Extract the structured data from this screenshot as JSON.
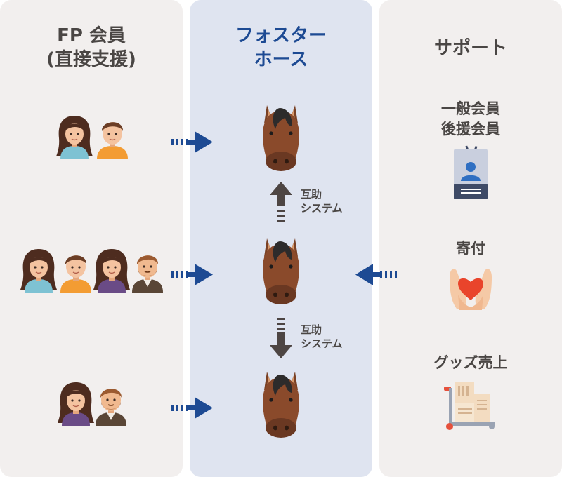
{
  "columns": {
    "left": {
      "title": "FP 会員\n(直接支援)"
    },
    "middle": {
      "title": "フォスター\nホース"
    },
    "right": {
      "title": "サポート"
    }
  },
  "support": {
    "items": [
      {
        "label": "一般会員\n後援会員",
        "icon": "member-id-card-icon"
      },
      {
        "label": "寄付",
        "icon": "heart-in-hands-icon"
      },
      {
        "label": "グッズ売上",
        "icon": "goods-cart-icon"
      }
    ]
  },
  "mutual_aid": {
    "label": "互助\nシステム"
  },
  "colors": {
    "accent_blue": "#1d4a93",
    "arrow_gray": "#4d4543",
    "panel_gray": "#f2efee",
    "panel_blue": "#dfe4f0"
  }
}
